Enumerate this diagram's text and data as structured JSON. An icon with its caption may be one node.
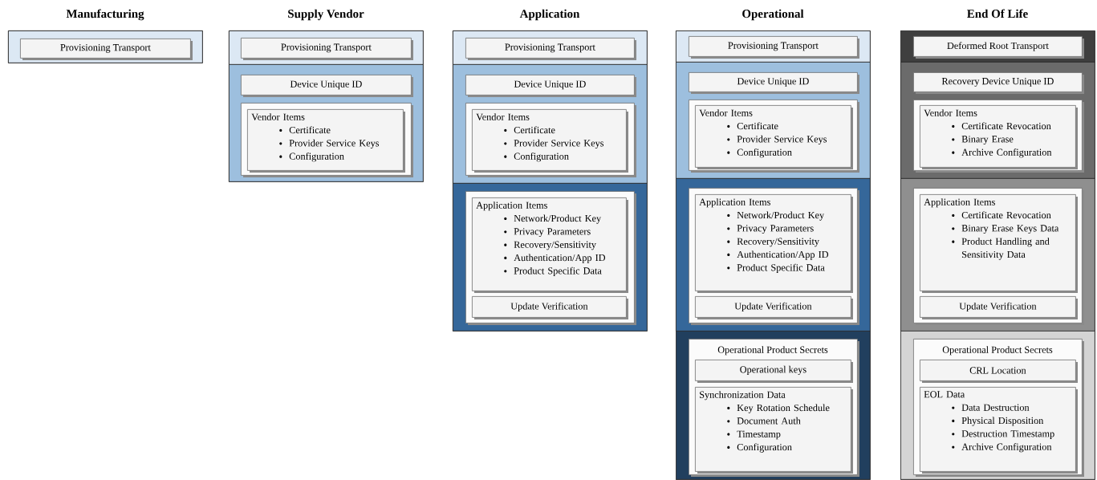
{
  "diagram": {
    "nodes": [
      {
        "text": [
          "Manufacturing"
        ]
      },
      {
        "text": [],
        "shape": "band",
        "in": 0
      },
      {
        "text": [
          "Provisioning Transport"
        ],
        "in": 1
      },
      {
        "text": [
          "Supply Vendor"
        ]
      },
      {
        "text": [],
        "shape": "band",
        "in": 3
      },
      {
        "text": [
          "Provisioning Transport"
        ],
        "in": 4
      },
      {
        "text": [],
        "shape": "band",
        "in": 3
      },
      {
        "text": [
          "Device Unique ID"
        ],
        "in": 6
      },
      {
        "text": [],
        "shape": "box",
        "in": 6
      },
      {
        "text": [
          "Vendor Items",
          "Certificate",
          "Provider Service Keys",
          "Configuration"
        ],
        "in": 8
      },
      {
        "text": [
          "Application"
        ]
      },
      {
        "text": [],
        "shape": "band",
        "in": 10
      },
      {
        "text": [
          "Provisioning Transport"
        ],
        "in": 11
      },
      {
        "text": [],
        "shape": "band",
        "in": 10
      },
      {
        "text": [
          "Device Unique ID"
        ],
        "in": 13
      },
      {
        "text": [],
        "shape": "box",
        "in": 13
      },
      {
        "text": [
          "Vendor Items",
          "Certificate",
          "Provider Service Keys",
          "Configuration"
        ],
        "in": 15
      },
      {
        "text": [],
        "shape": "band",
        "in": 10
      },
      {
        "text": [],
        "shape": "box",
        "in": 17
      },
      {
        "text": [
          "Application Items",
          "Network/Product Key",
          "Privacy Parameters",
          "Recovery/Sensitivity",
          "Authentication/App ID",
          "Product Specific Data"
        ],
        "in": 18
      },
      {
        "text": [
          "Update Verification"
        ],
        "in": 18
      },
      {
        "text": [
          "Operational"
        ]
      },
      {
        "text": [],
        "shape": "band",
        "in": 21
      },
      {
        "text": [
          "Provisioning Transport"
        ],
        "in": 22
      },
      {
        "text": [],
        "shape": "band",
        "in": 21
      },
      {
        "text": [
          "Device Unique ID"
        ],
        "in": 24
      },
      {
        "text": [],
        "shape": "box",
        "in": 24
      },
      {
        "text": [
          "Vendor Items",
          "Certificate",
          "Provider Service Keys",
          "Configuration"
        ],
        "in": 26
      },
      {
        "text": [],
        "shape": "band",
        "in": 21
      },
      {
        "text": [],
        "shape": "box",
        "in": 28
      },
      {
        "text": [
          "Application Items",
          "Network/Product Key",
          "Privacy Parameters",
          "Recovery/Sensitivity",
          "Authentication/App ID",
          "Product Specific Data"
        ],
        "in": 29
      },
      {
        "text": [
          "Update Verification"
        ],
        "in": 29
      },
      {
        "text": [],
        "shape": "band",
        "in": 21
      },
      {
        "text": [
          "Operational Product Secrets"
        ],
        "in": 32
      },
      {
        "text": [
          "Operational keys"
        ],
        "in": 33
      },
      {
        "text": [
          "Synchronization Data",
          "Key Rotation Schedule",
          "Document Auth",
          "Timestamp",
          "Configuration"
        ],
        "in": 33
      },
      {
        "text": [
          "End Of Life"
        ]
      },
      {
        "text": [],
        "shape": "band",
        "in": 36
      },
      {
        "text": [
          "Deformed Root Transport"
        ],
        "in": 37
      },
      {
        "text": [],
        "shape": "band",
        "in": 36
      },
      {
        "text": [
          "Recovery Device Unique ID"
        ],
        "in": 39
      },
      {
        "text": [],
        "shape": "box",
        "in": 39
      },
      {
        "text": [
          "Vendor Items",
          "Certificate Revocation",
          "Binary Erase",
          "Archive Configuration"
        ],
        "in": 41
      },
      {
        "text": [],
        "shape": "band",
        "in": 36
      },
      {
        "text": [],
        "shape": "box",
        "in": 43
      },
      {
        "text": [
          "Application Items",
          "Certificate Revocation",
          "Binary Erase Keys Data",
          "Product Handling and Sensitivity Data"
        ],
        "in": 44
      },
      {
        "text": [
          "Update Verification"
        ],
        "in": 44
      },
      {
        "text": [],
        "shape": "band",
        "in": 36
      },
      {
        "text": [
          "Operational Product Secrets"
        ],
        "in": 47
      },
      {
        "text": [
          "CRL Location"
        ],
        "in": 48
      },
      {
        "text": [
          "EOL Data",
          "Data Destruction",
          "Physical Disposition",
          "Destruction Timestamp",
          "Archive Configuration"
        ],
        "in": 48
      }
    ]
  }
}
